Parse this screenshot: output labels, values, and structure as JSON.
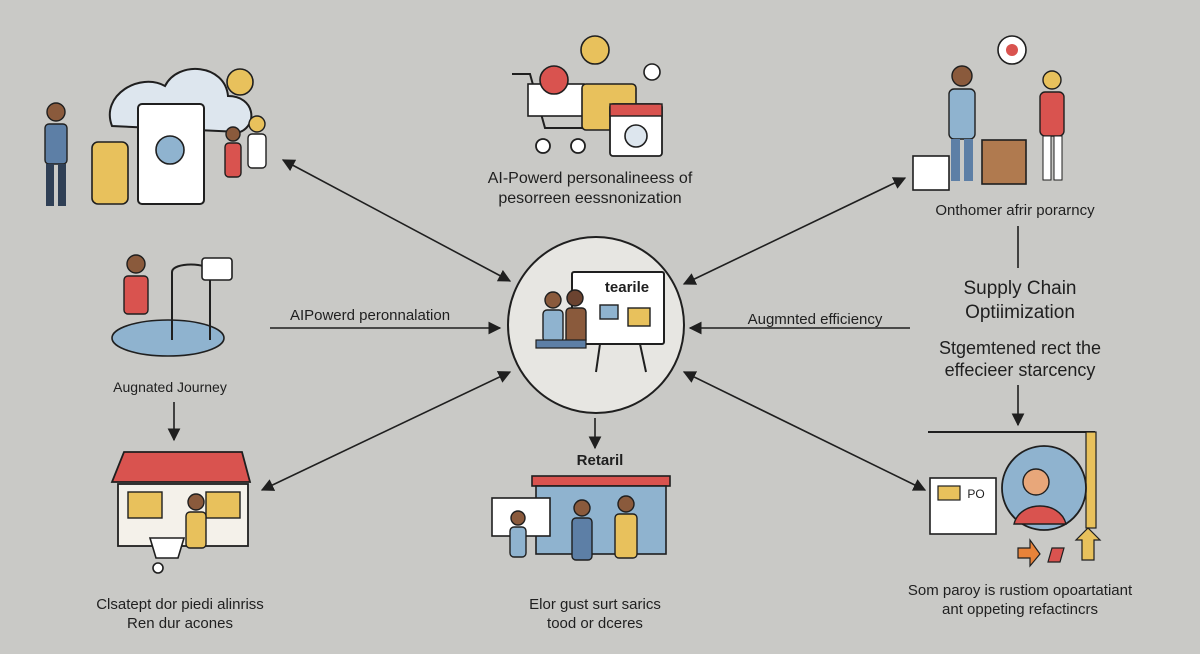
{
  "labels": {
    "top_center_1": "AI-Powerd personalineess of",
    "top_center_2": "pesorreen eessnonization",
    "top_right": "Onthomer afrir porarncy",
    "left_mid": "AIPowerd peronnalation",
    "right_mid": "Augmnted efficiency",
    "left_journey": "Augnated Journey",
    "supply_1": "Supply Chain",
    "supply_2": "Optiimization",
    "supply_sub_1": "Stgemtened rect the",
    "supply_sub_2": "effecieer starcency",
    "center_screen": "tearile",
    "retail_title": "Retaril",
    "bottom_left_1": "Clsatept dor piedi alinriss",
    "bottom_left_2": "Ren dur acones",
    "bottom_center_1": "Elor gust surt sarics",
    "bottom_center_2": "tood or dceres",
    "bottom_right_1": "Som paroy is rustiom opoartatiant",
    "bottom_right_2": "ant oppeting refactincrs",
    "icon_screen_text": "PO"
  },
  "colors": {
    "background": "#c9c9c6",
    "line": "#1f1f1f",
    "accent_yellow": "#e8c15c",
    "accent_blue": "#8fb3cf",
    "accent_red": "#d9534f",
    "accent_orange": "#e8833a"
  }
}
